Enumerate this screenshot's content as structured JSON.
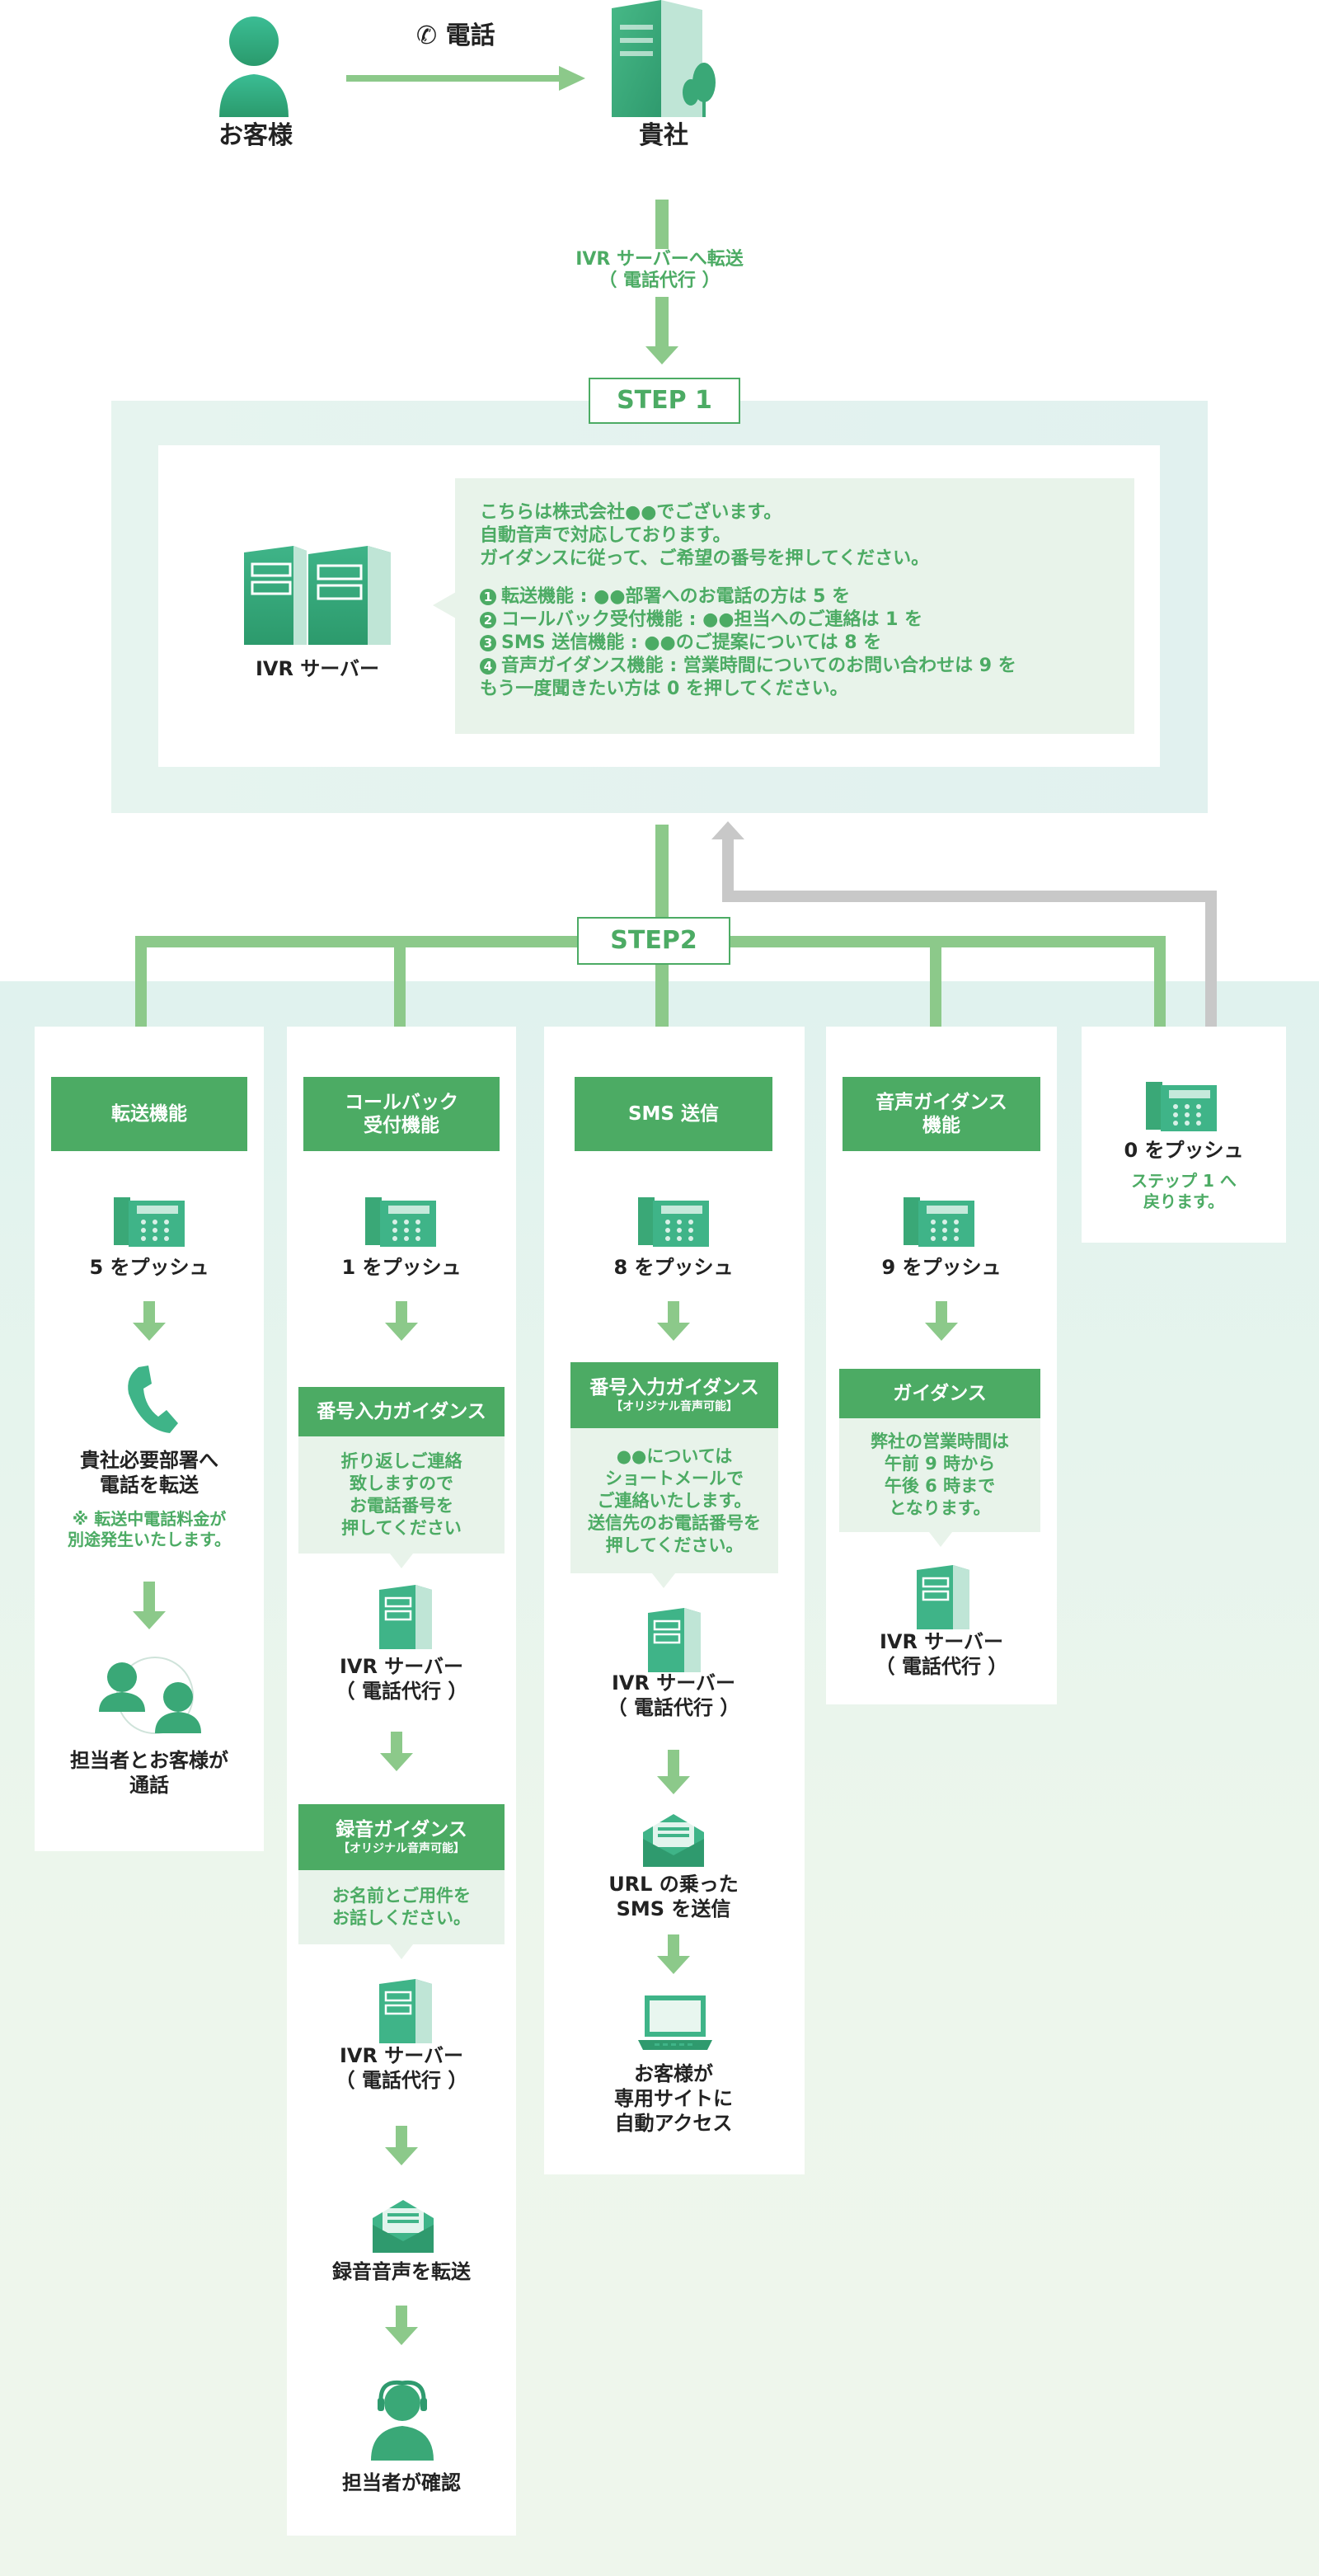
{
  "top": {
    "customer_label": "お客様",
    "phone_label": "電話",
    "company_label": "貴社",
    "transfer_label_1": "IVR サーバーへ転送",
    "transfer_label_2": "（ 電話代行 ）"
  },
  "step1": {
    "label": "STEP 1",
    "server_label": "IVR サーバー",
    "intro": [
      "こちらは株式会社●●でございます。",
      "自動音声で対応しております。",
      "ガイダンスに従って、ご希望の番号を押してください。"
    ],
    "options": [
      {
        "num": "1",
        "text": "転送機能 : ●●部署へのお電話の方は 5 を"
      },
      {
        "num": "2",
        "text": "コールバック受付機能 : ●●担当へのご連絡は 1 を"
      },
      {
        "num": "3",
        "text": "SMS 送信機能 : ●●のご提案については 8 を"
      },
      {
        "num": "4",
        "text": "音声ガイダンス機能 : 営業時間についてのお問い合わせは 9 を"
      }
    ],
    "outro": "もう一度聞きたい方は 0 を押してください。"
  },
  "step2": {
    "label": "STEP2",
    "col1": {
      "head": "転送機能",
      "push": "5 をプッシュ",
      "action_1": "貴社必要部署へ",
      "action_2": "電話を転送",
      "note_1": "※ 転送中電話料金が",
      "note_2": "別途発生いたします。",
      "end_1": "担当者とお客様が",
      "end_2": "通話"
    },
    "col2": {
      "head_1": "コールバック",
      "head_2": "受付機能",
      "push": "1 をプッシュ",
      "guide_head": "番号入力ガイダンス",
      "guide_text": [
        "折り返しご連絡",
        "致しますので",
        "お電話番号を",
        "押してください"
      ],
      "server_1": "IVR サーバー",
      "server_2": "（ 電話代行 ）",
      "rec_head": "録音ガイダンス",
      "rec_sub": "【オリジナル音声可能】",
      "rec_text": [
        "お名前とご用件を",
        "お話しください。"
      ],
      "server2_1": "IVR サーバー",
      "server2_2": "（ 電話代行 ）",
      "mail_label": "録音音声を転送",
      "end_label": "担当者が確認"
    },
    "col3": {
      "head": "SMS 送信",
      "push": "8 をプッシュ",
      "guide_head": "番号入力ガイダンス",
      "guide_sub": "【オリジナル音声可能】",
      "guide_text": [
        "●●については",
        "ショートメールで",
        "ご連絡いたします。",
        "送信先のお電話番号を",
        "押してください。"
      ],
      "server_1": "IVR サーバー",
      "server_2": "（ 電話代行 ）",
      "sms_1": "URL の乗った",
      "sms_2": "SMS を送信",
      "end_1": "お客様が",
      "end_2": "専用サイトに",
      "end_3": "自動アクセス"
    },
    "col4": {
      "head_1": "音声ガイダンス",
      "head_2": "機能",
      "push": "9 をプッシュ",
      "guide_head": "ガイダンス",
      "guide_text": [
        "弊社の営業時間は",
        "午前 9 時から",
        "午後 6 時まで",
        "となります。"
      ],
      "server_1": "IVR サーバー",
      "server_2": "（ 電話代行 ）"
    },
    "col5": {
      "push": "0 をプッシュ",
      "back_1": "ステップ 1 へ",
      "back_2": "戻ります。"
    }
  },
  "colors": {
    "green": "#4cab64",
    "light_arrow": "#8cc98a",
    "gray_arrow": "#c8c8c8"
  }
}
